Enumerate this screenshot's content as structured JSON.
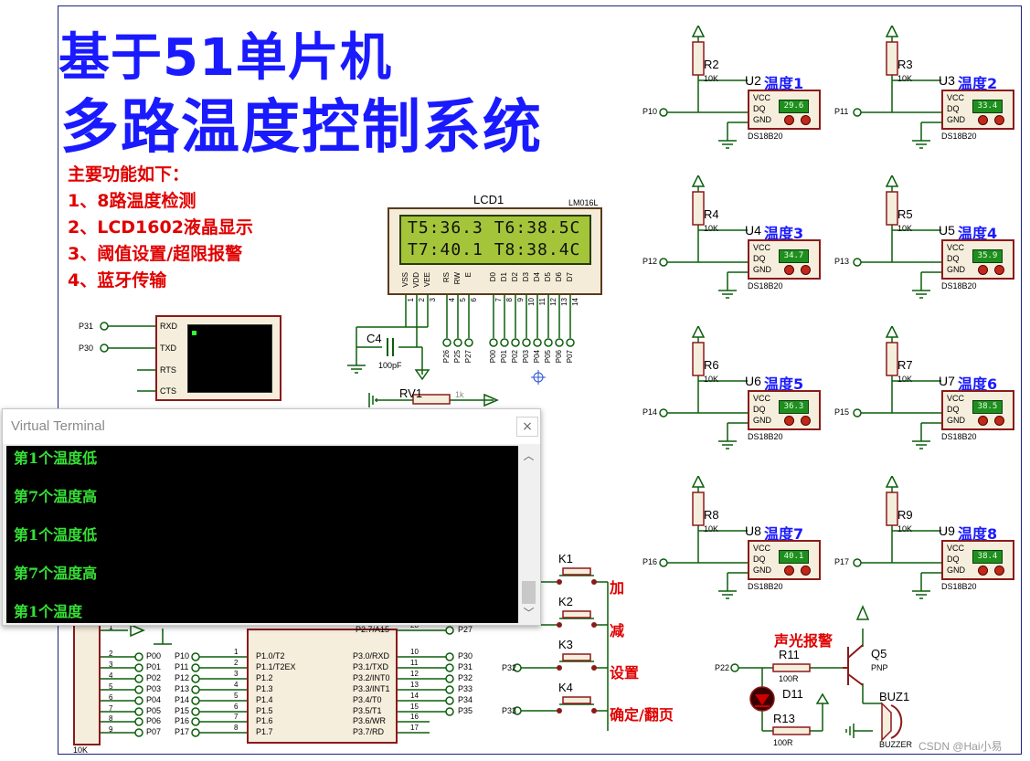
{
  "title_line1": "基于51单片机",
  "title_line2": "多路温度控制系统",
  "features": {
    "heading": "主要功能如下：",
    "items": [
      "1、8路温度检测",
      "2、LCD1602液晶显示",
      "3、阈值设置/超限报警",
      "4、蓝牙传输"
    ]
  },
  "lcd": {
    "ref": "LCD1",
    "model": "LM016L",
    "line1": "T5:36.3 T6:38.5C",
    "line2": "T7:40.1 T8:38.4C",
    "pins": [
      "VSS",
      "VDD",
      "VEE",
      "RS",
      "RW",
      "E",
      "D0",
      "D1",
      "D2",
      "D3",
      "D4",
      "D5",
      "D6",
      "D7"
    ],
    "pin_numbers": [
      "1",
      "2",
      "3",
      "4",
      "5",
      "6",
      "7",
      "8",
      "9",
      "10",
      "11",
      "12",
      "13",
      "14"
    ],
    "port_labels": [
      "P26",
      "P25",
      "P27",
      "P00",
      "P01",
      "P02",
      "P03",
      "P04",
      "P05",
      "P06",
      "P07"
    ]
  },
  "c4": {
    "ref": "C4",
    "value": "100pF"
  },
  "rv1": {
    "ref": "RV1",
    "value": "1k"
  },
  "sensors": [
    {
      "ref": "U2",
      "name": "温度1",
      "temp": "29.6",
      "res": "R2",
      "port": "P10"
    },
    {
      "ref": "U3",
      "name": "温度2",
      "temp": "33.4",
      "res": "R3",
      "port": "P11"
    },
    {
      "ref": "U4",
      "name": "温度3",
      "temp": "34.7",
      "res": "R4",
      "port": "P12"
    },
    {
      "ref": "U5",
      "name": "温度4",
      "temp": "35.9",
      "res": "R5",
      "port": "P13"
    },
    {
      "ref": "U6",
      "name": "温度5",
      "temp": "36.3",
      "res": "R6",
      "port": "P14"
    },
    {
      "ref": "U7",
      "name": "温度6",
      "temp": "38.5",
      "res": "R7",
      "port": "P15"
    },
    {
      "ref": "U8",
      "name": "温度7",
      "temp": "40.1",
      "res": "R8",
      "port": "P16"
    },
    {
      "ref": "U9",
      "name": "温度8",
      "temp": "38.4",
      "res": "R9",
      "port": "P17"
    }
  ],
  "sensor_common": {
    "model": "DS18B20",
    "res_value": "10K",
    "vcc": "VCC",
    "dq": "DQ",
    "gnd": "GND"
  },
  "serial": {
    "pins": [
      "RXD",
      "TXD",
      "RTS",
      "CTS"
    ],
    "ports": [
      "P31",
      "P30"
    ]
  },
  "terminal": {
    "title": "Virtual Terminal",
    "close": "×",
    "lines": [
      "第1个温度低",
      "第7个温度高",
      "第1个温度低",
      "第7个温度高",
      "第1个温度"
    ]
  },
  "buttons": [
    {
      "ref": "K1",
      "label": "加",
      "port": ""
    },
    {
      "ref": "K2",
      "label": "减",
      "port": ""
    },
    {
      "ref": "K3",
      "label": "设置",
      "port": "P32"
    },
    {
      "ref": "K4",
      "label": "确定/翻页",
      "port": "P33"
    }
  ],
  "alarm": {
    "label": "声光报警",
    "r11": "R11",
    "r11_value": "100R",
    "r13": "R13",
    "r13_value": "100R",
    "q5": "Q5",
    "q5_type": "PNP",
    "d11": "D11",
    "buz": "BUZ1",
    "buz_type": "BUZZER",
    "port": "P22"
  },
  "mcu": {
    "left_pins": [
      "P1.0/T2",
      "P1.1/T2EX",
      "P1.2",
      "P1.3",
      "P1.4",
      "P1.5",
      "P1.6",
      "P1.7"
    ],
    "left_nums": [
      "1",
      "2",
      "3",
      "4",
      "5",
      "6",
      "7",
      "8"
    ],
    "left_ports": [
      "P10",
      "P11",
      "P12",
      "P13",
      "P14",
      "P15",
      "P16",
      "P17"
    ],
    "right_pins": [
      "P2.7/A15",
      "P3.0/RXD",
      "P3.1/TXD",
      "P3.2/INT0",
      "P3.3/INT1",
      "P3.4/T0",
      "P3.5/T1",
      "P3.6/WR",
      "P3.7/RD"
    ],
    "right_nums": [
      "28",
      "10",
      "11",
      "12",
      "13",
      "14",
      "15",
      "16",
      "17"
    ],
    "right_ports": [
      "P27",
      "P30",
      "P31",
      "P32",
      "P33",
      "P34",
      "P35",
      "",
      ""
    ]
  },
  "rpack": {
    "value": "10K",
    "ports": [
      "P00",
      "P01",
      "P02",
      "P03",
      "P04",
      "P05",
      "P06",
      "P07"
    ],
    "nums": [
      "1",
      "2",
      "3",
      "4",
      "5",
      "6",
      "7",
      "8",
      "9"
    ]
  },
  "watermark": "CSDN @Hai小易"
}
